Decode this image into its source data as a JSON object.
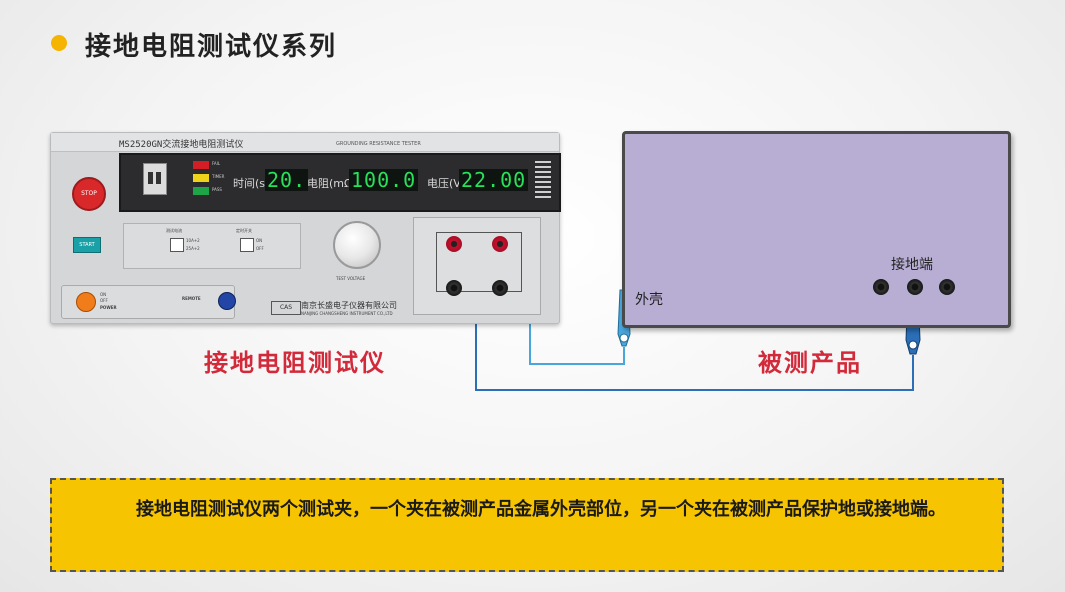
{
  "page": {
    "title": "接地电阻测试仪系列"
  },
  "instrument": {
    "model": "MS2520GN交流接地电阻测试仪",
    "sub_title": "GROUNDING RESISTANCE TESTER",
    "display": {
      "time_label": "时间(s)",
      "time_value": "20.",
      "resistance_label": "电阻(mΩ)",
      "resistance_value": "100.0",
      "voltage_label": "电压(V)",
      "voltage_value": "22.00"
    },
    "lamps": [
      "FAIL",
      "TIMER",
      "PASS"
    ],
    "stop_label": "STOP",
    "start_label": "START",
    "switch1_label": "测试电流",
    "switch1_opts": [
      "10A+2",
      "25A+2"
    ],
    "switch2_label": "定时开关",
    "switch2_opts": [
      "ON",
      "OFF"
    ],
    "dial_label": "TEST VOLTAGE",
    "power_label": "POWER",
    "power_opts": [
      "ON",
      "OFF"
    ],
    "remote_label": "REMOTE",
    "logo": "CAS",
    "company": "南京长盛电子仪器有限公司",
    "company_en": "NANJING CHANGSHENG INSTRUMENT CO.,LTD",
    "caption": "接地电阻测试仪"
  },
  "product": {
    "caption": "被测产品",
    "ground_terminal_label": "接地端",
    "shell_label": "外壳"
  },
  "note": {
    "text": "接地电阻测试仪两个测试夹，一个夹在被测产品金属外壳部位，另一个夹在被测产品保护地或接地端。"
  },
  "colors": {
    "accent_dot": "#f5b400",
    "caption_red": "#d22a3a",
    "note_bg": "#f6c400",
    "wire_blue": "#2a6fb8",
    "wire_light": "#49a6dd"
  }
}
